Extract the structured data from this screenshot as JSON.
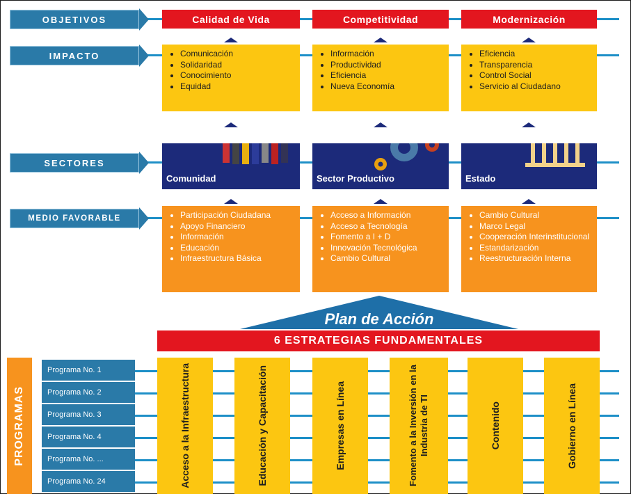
{
  "row_labels": {
    "objetivos": "OBJETIVOS",
    "impacto": "IMPACTO",
    "sectores": "SECTORES",
    "medio": "MEDIO FAVORABLE",
    "programas": "PROGRAMAS"
  },
  "objetivos": [
    "Calidad de Vida",
    "Competitividad",
    "Modernización"
  ],
  "impacto": [
    [
      "Comunicación",
      "Solidaridad",
      "Conocimiento",
      "Equidad"
    ],
    [
      "Información",
      "Productividad",
      "Eficiencia",
      "Nueva Economía"
    ],
    [
      "Eficiencia",
      "Transparencia",
      "Control Social",
      "Servicio al Ciudadano"
    ]
  ],
  "sectores": [
    "Comunidad",
    "Sector Productivo",
    "Estado"
  ],
  "medio_favorable": [
    [
      "Participación Ciudadana",
      "Apoyo Financiero",
      "Información",
      "Educación",
      "Infraestructura Básica"
    ],
    [
      "Acceso a Información",
      "Acceso a Tecnología",
      "Fomento a I + D",
      "Innovación Tecnológica",
      "Cambio Cultural"
    ],
    [
      "Cambio Cultural",
      "Marco Legal",
      "Cooperación Interinstitucional",
      "Estandarización",
      "Reestructuración Interna"
    ]
  ],
  "plan_title": "Plan de Acción",
  "estrategias_title": "6 ESTRATEGIAS FUNDAMENTALES",
  "programas": [
    "Programa No. 1",
    "Programa No. 2",
    "Programa No. 3",
    "Programa No. 4",
    "Programa No. ...",
    "Programa No. 24"
  ],
  "estrategias": [
    "Acceso a la Infraestructura",
    "Educación y Capacitación",
    "Empresas en Línea",
    "Fomento a la Inversión en la Industria de TI",
    "Contenido",
    "Gobierno en Línea"
  ],
  "colors": {
    "red": "#e3161f",
    "yellow": "#fcc611",
    "orange": "#f7931e",
    "navy": "#1c2a7a",
    "steel_blue": "#2a7aa8",
    "line_blue": "#1d8fc7"
  }
}
